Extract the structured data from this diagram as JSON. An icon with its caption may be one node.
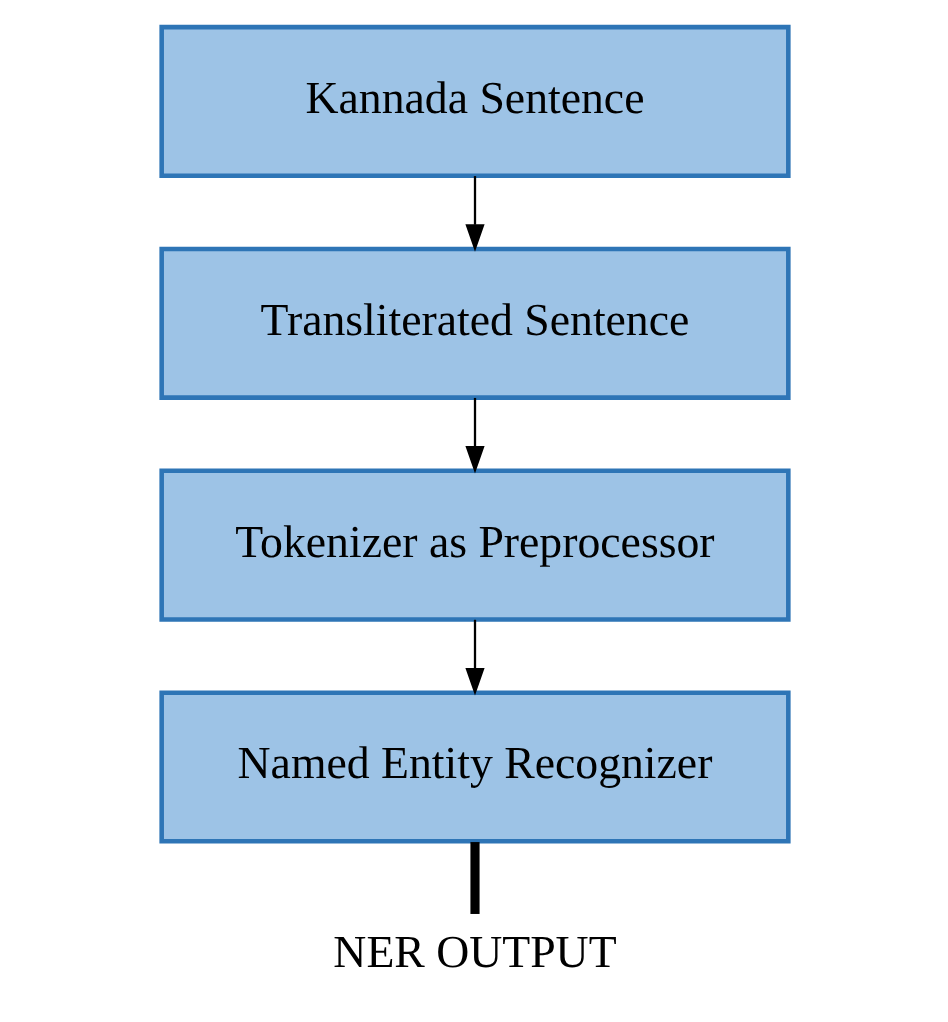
{
  "diagram": {
    "nodes": [
      {
        "text": [
          "Kannada Sentence"
        ]
      },
      {
        "text": [
          "Transliterated Sentence"
        ]
      },
      {
        "text": [
          "Tokenizer as Preprocessor"
        ]
      },
      {
        "text": [
          "Named Entity Recognizer"
        ]
      },
      {
        "text": [
          "NER OUTPUT"
        ]
      }
    ],
    "edges": [
      {
        "from": 0,
        "to": 1,
        "arrow": "to"
      },
      {
        "from": 1,
        "to": 2,
        "arrow": "to"
      },
      {
        "from": 2,
        "to": 3,
        "arrow": "to"
      },
      {
        "from": 3,
        "to": 4,
        "arrow": "none",
        "style": "thick"
      }
    ]
  }
}
